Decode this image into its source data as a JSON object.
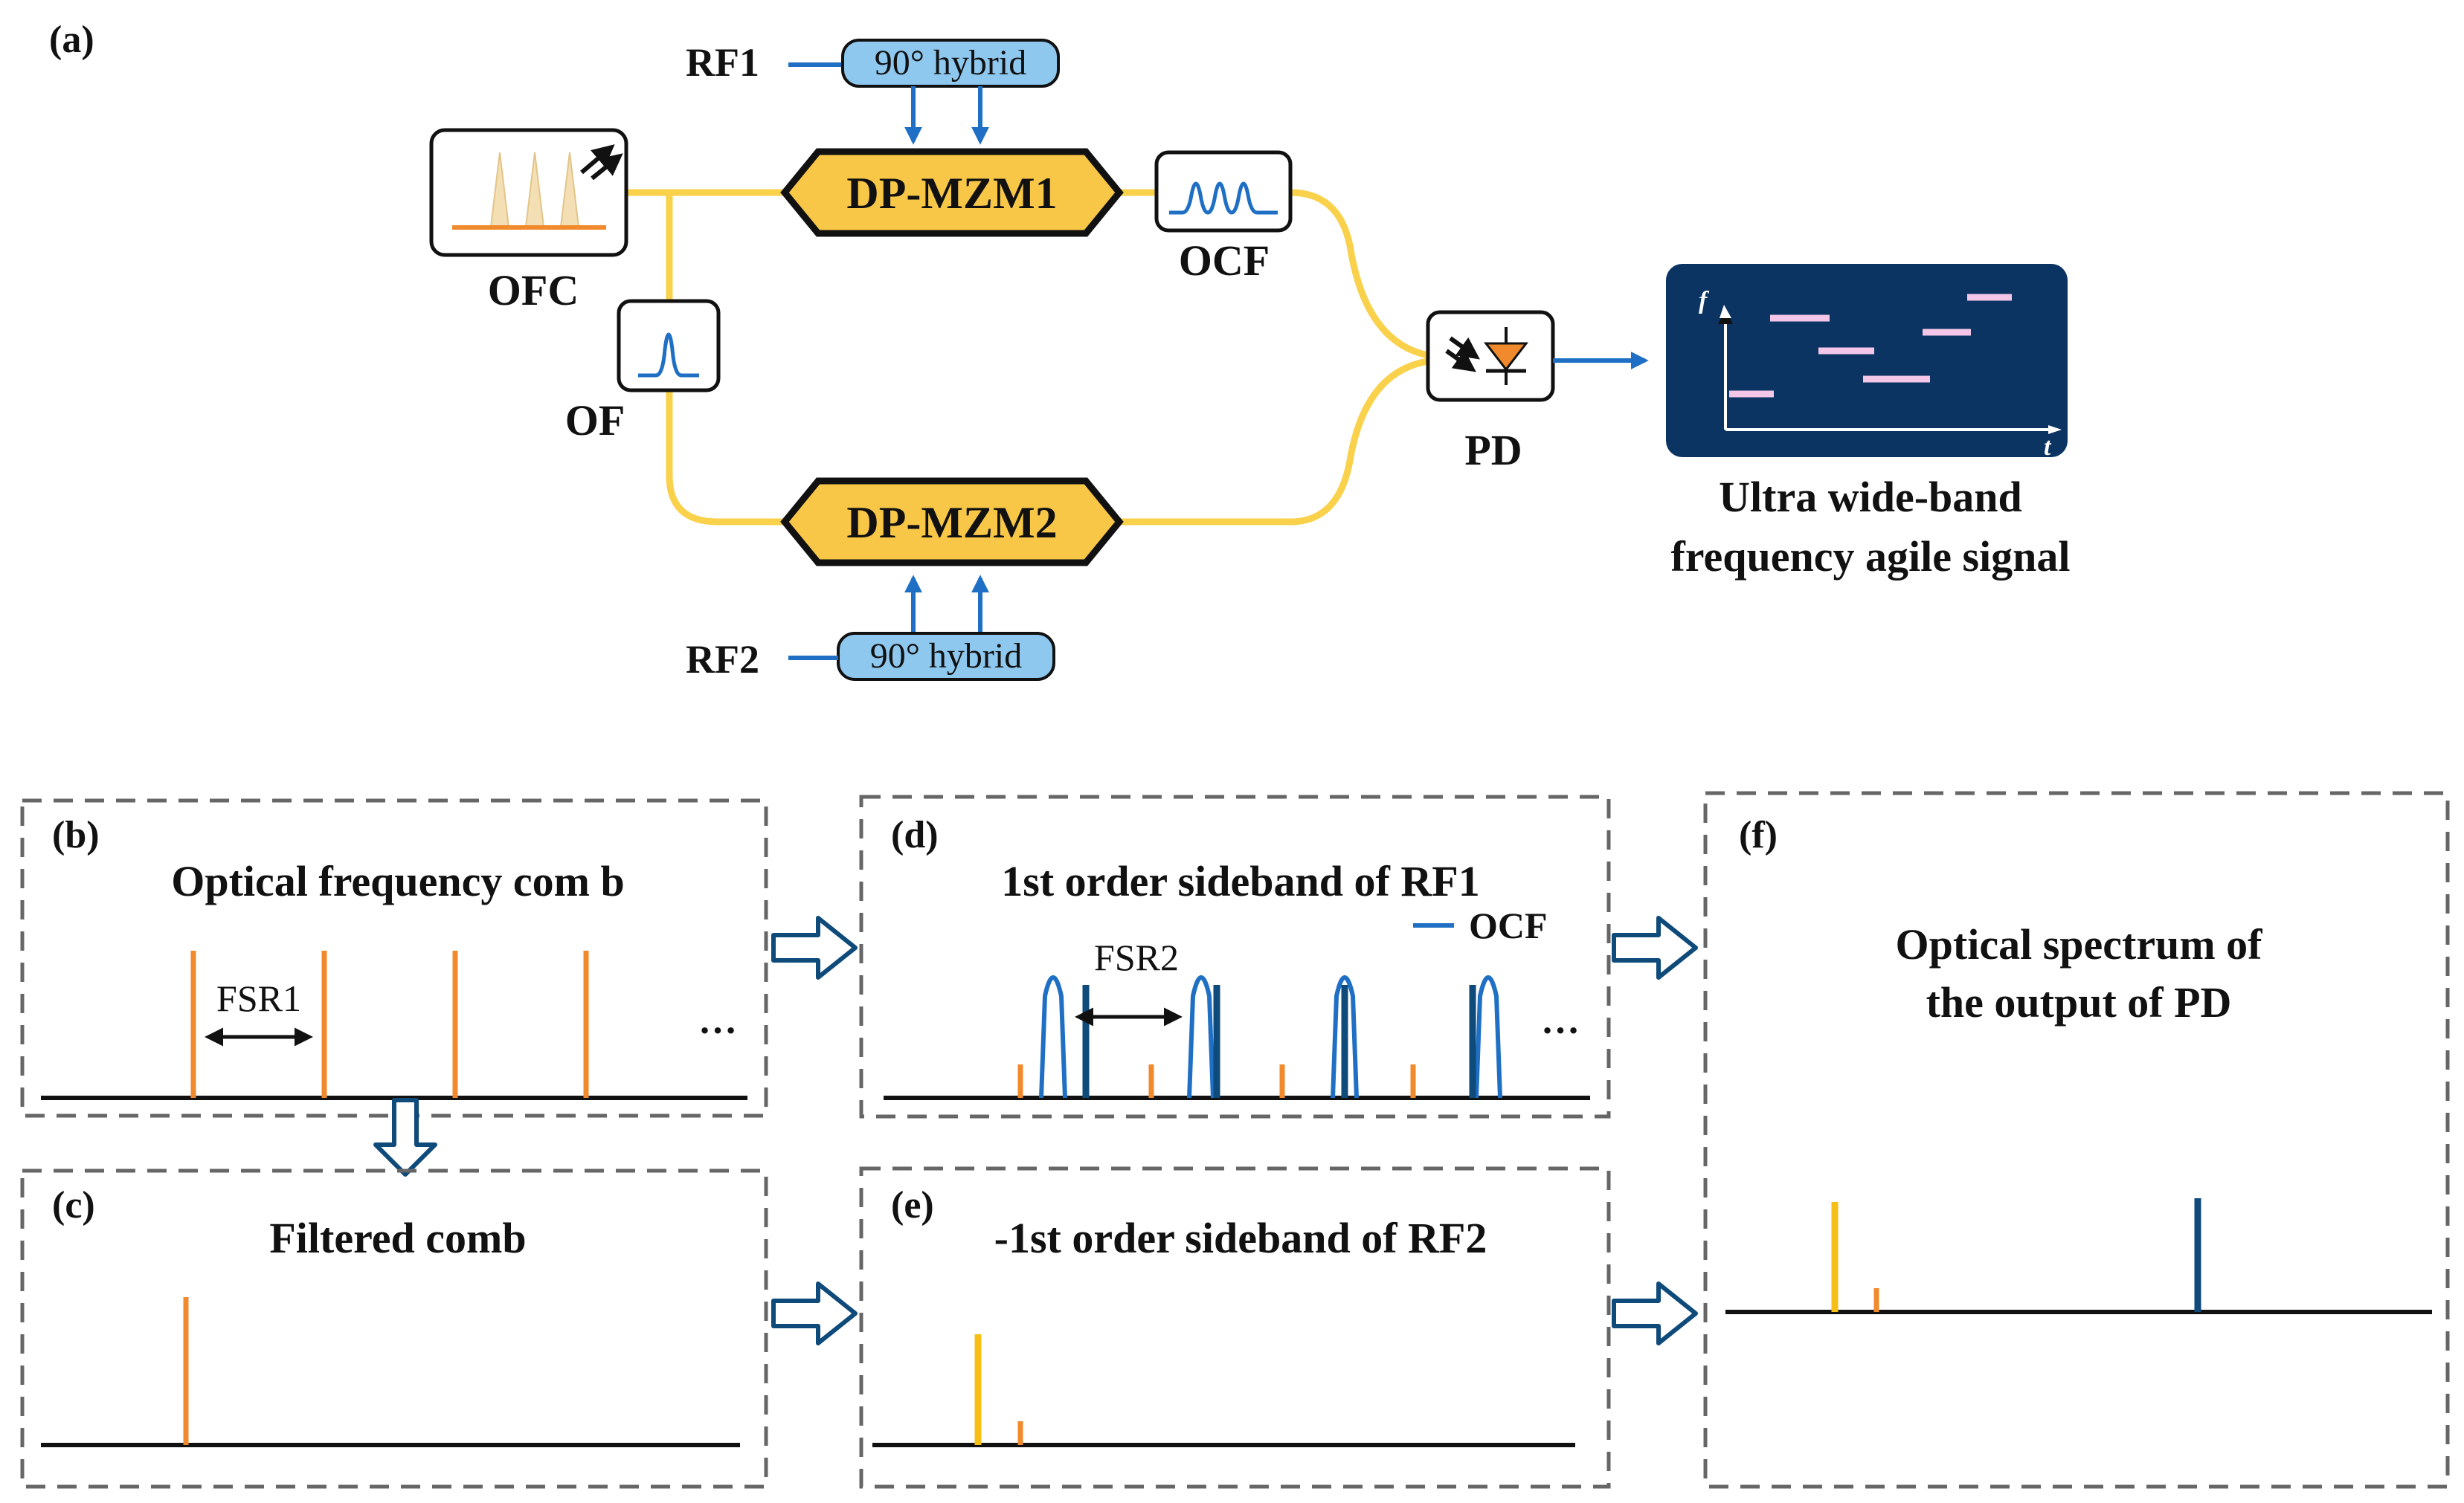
{
  "colors": {
    "fiber": "#f9d14a",
    "fiber_light": "#fbe391",
    "arrow_blue": "#1f6fc4",
    "dark_blue": "#0e4a7a",
    "navy": "#0b3462",
    "orange": "#f08a2c",
    "gold": "#f5bf16",
    "light_blue": "#8ec8ee",
    "panel_text": "#f4c6e8",
    "dash": "#666666",
    "black": "#111111",
    "modulator_fill": "#f8c747"
  },
  "panel_a": {
    "tag": "(a)",
    "rf1": "RF1",
    "rf2": "RF2",
    "hybrid1": "90° hybrid",
    "hybrid2": "90° hybrid",
    "ofc": "OFC",
    "of": "OF",
    "ocf": "OCF",
    "pd": "PD",
    "mzm1": "DP-MZM1",
    "mzm2": "DP-MZM2",
    "output_line1": "Ultra wide-band",
    "output_line2": "frequency agile signal",
    "axis_f": "f",
    "axis_t": "t"
  },
  "panel_b": {
    "tag": "(b)",
    "title": "Optical frequency com b",
    "fsr": "FSR1",
    "ellipsis": "…"
  },
  "panel_c": {
    "tag": "(c)",
    "title": "Filtered comb"
  },
  "panel_d": {
    "tag": "(d)",
    "title": "1st order sideband of RF1",
    "fsr": "FSR2",
    "legend": "OCF",
    "ellipsis": "…"
  },
  "panel_e": {
    "tag": "(e)",
    "title": "-1st order sideband of RF2"
  },
  "panel_f": {
    "tag": "(f)",
    "title_line1": "Optical spectrum of",
    "title_line2": "the output of PD"
  }
}
